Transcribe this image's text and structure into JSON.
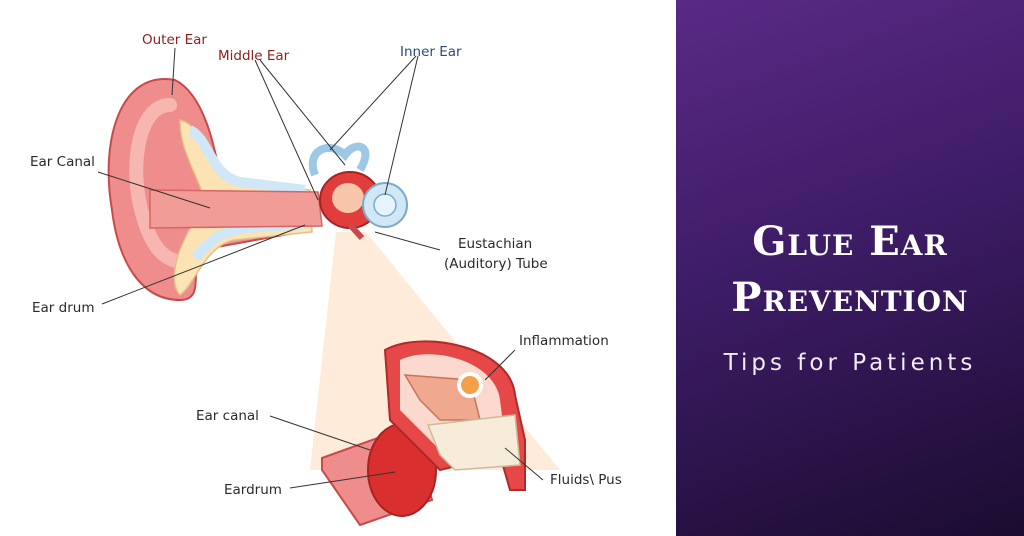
{
  "diagram": {
    "labels": {
      "outer_ear": "Outer Ear",
      "middle_ear": "Middle Ear",
      "inner_ear": "Inner Ear",
      "ear_canal_top": "Ear Canal",
      "eustachian_line1": "Eustachian",
      "eustachian_line2": "(Auditory) Tube",
      "ear_drum_top": "Ear drum",
      "inflammation": "Inflammation",
      "ear_canal_bottom": "Ear canal",
      "eardrum_bottom": "Eardrum",
      "fluids_pus": "Fluids\\ Pus"
    }
  },
  "title_panel": {
    "title_line_1": "Glue Ear",
    "title_line_2": "Prevention",
    "subtitle": "Tips for Patients"
  },
  "colors": {
    "panel_gradient_top": "#5a2a86",
    "panel_gradient_bottom": "#1b0c30",
    "ear_flesh": "#ef8d8d",
    "ear_dark": "#d73a3a",
    "cartilage": "#fbe3b3",
    "inner_ear_blue": "#cfe7f6"
  }
}
